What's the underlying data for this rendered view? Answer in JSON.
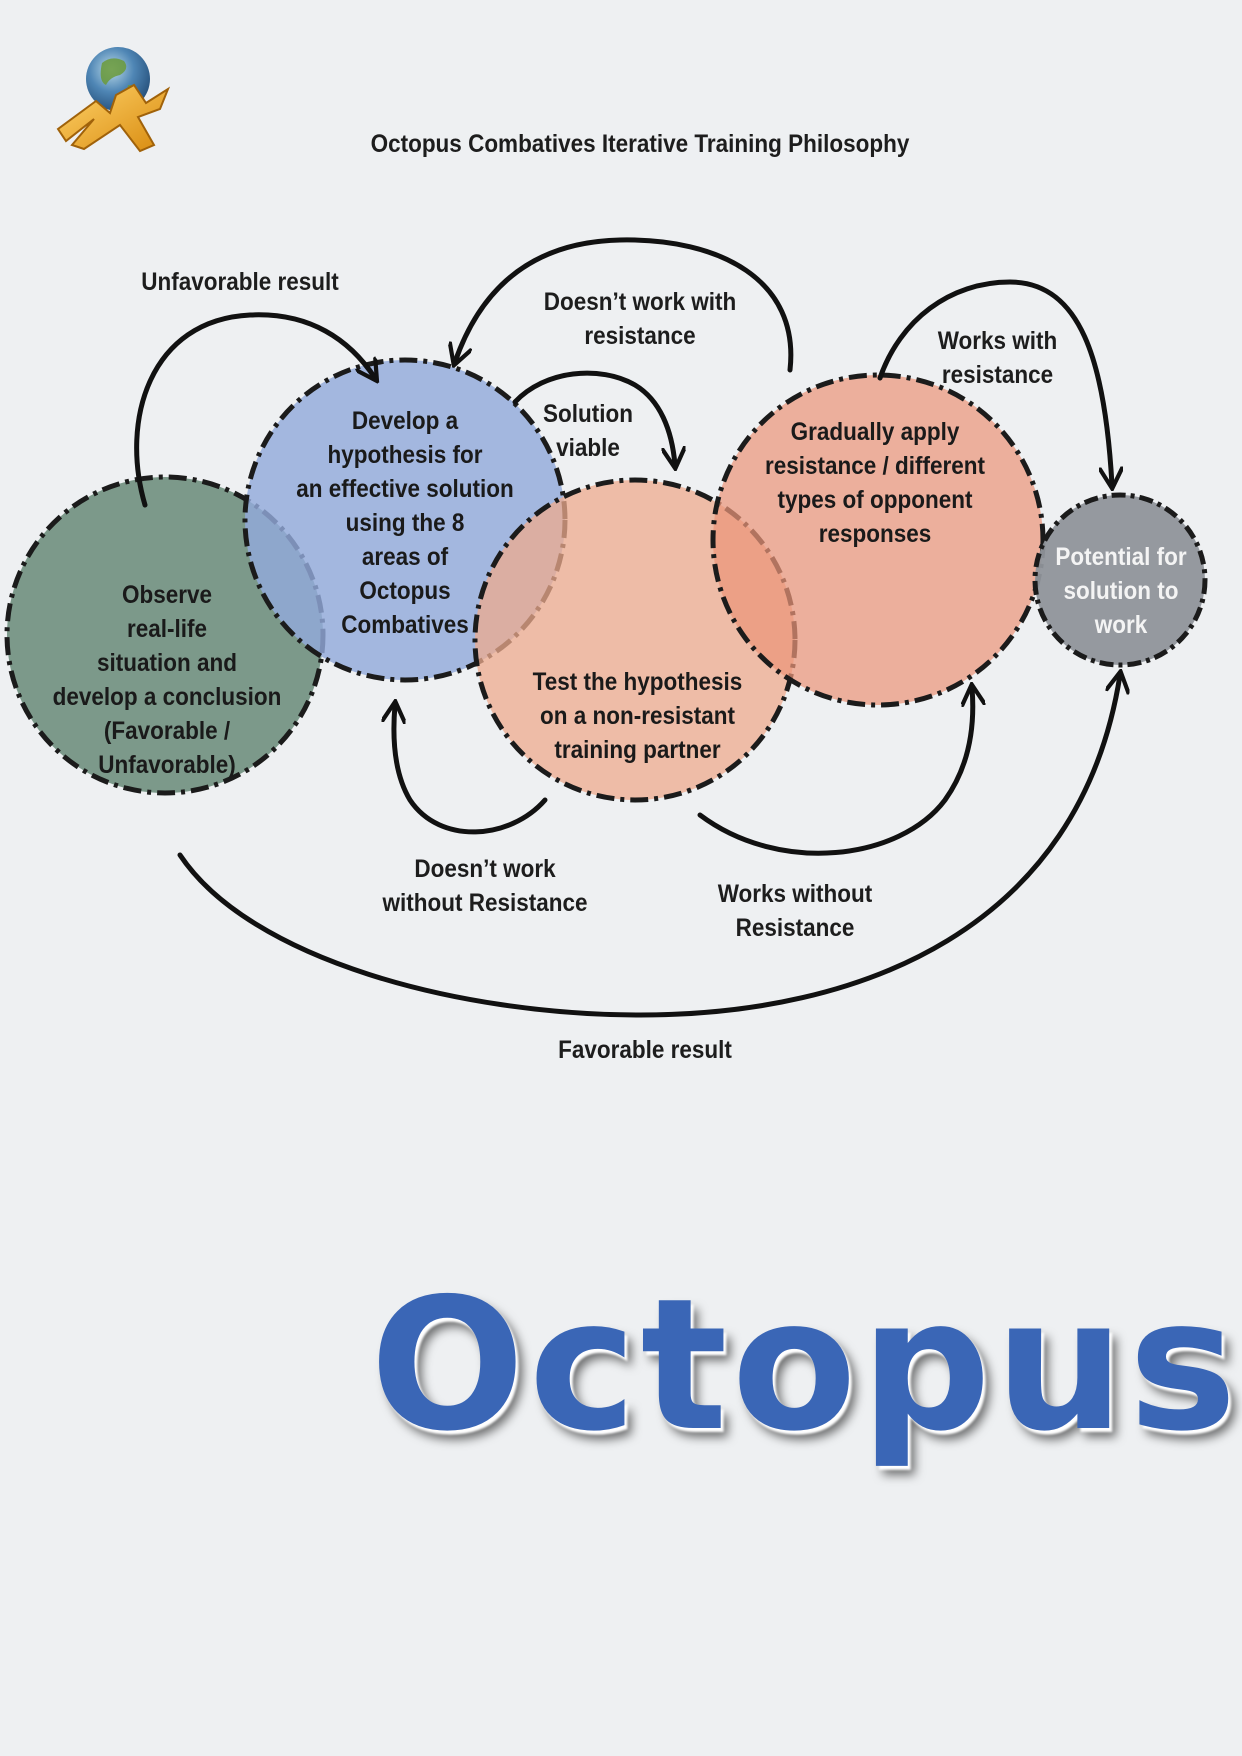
{
  "diagram_title": "Octopus Combatives Iterative Training Philosophy",
  "brand_word": "Octopus",
  "nodes": {
    "observe": [
      "Observe",
      "real-life",
      "situation and",
      "develop a conclusion",
      "(Favorable /",
      "Unfavorable)"
    ],
    "develop": [
      "Develop a",
      "hypothesis for",
      "an effective solution",
      "using the 8",
      "areas of",
      "Octopus",
      "Combatives"
    ],
    "test": [
      "Test the hypothesis",
      "on a non-resistant",
      "training partner"
    ],
    "gradual": [
      "Gradually apply",
      "resistance / different",
      "types of opponent",
      "responses"
    ],
    "potential": [
      "Potential for",
      "solution to",
      "work"
    ]
  },
  "edges": {
    "unfavorable_result": [
      "Unfavorable result"
    ],
    "doesnt_work_with_resistance": [
      "Doesn’t work with",
      "resistance"
    ],
    "solution_viable": [
      "Solution",
      "viable"
    ],
    "works_with_resistance": [
      "Works with",
      "resistance"
    ],
    "doesnt_work_without_resistance": [
      "Doesn’t work",
      "without Resistance"
    ],
    "works_without_resistance": [
      "Works without Resistance"
    ],
    "favorable_result": [
      "Favorable result"
    ]
  },
  "colors": {
    "observe": "#6f8f7e",
    "develop": "#93a9da",
    "test": "#eeab8e",
    "gradual": "#ec957a",
    "potential": "#8f939a",
    "brand": "#3a66b6"
  },
  "logo": {
    "icon": "globe-hand-logo"
  }
}
